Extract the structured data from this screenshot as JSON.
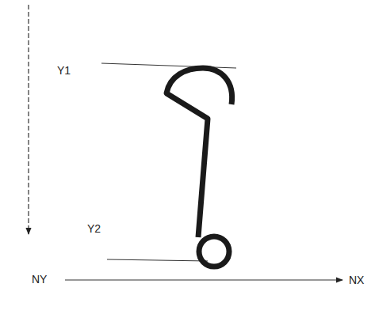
{
  "diagram": {
    "labels": [
      "Y1",
      "Y2",
      "NY",
      "NX"
    ]
  }
}
